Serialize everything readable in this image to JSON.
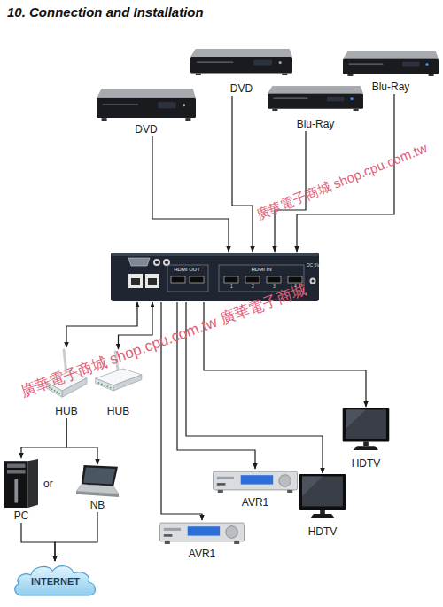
{
  "diagram": {
    "title": "10. Connection and Installation",
    "nodes": [
      {
        "text": [
          "DVD"
        ]
      },
      {
        "text": [
          "Blu-Ray"
        ]
      },
      {
        "text": [
          "DVD"
        ]
      },
      {
        "text": [
          "Blu-Ray"
        ]
      },
      {
        "text": [
          "HDMI OUT",
          "HDMI IN"
        ]
      },
      {
        "text": [
          "HUB"
        ]
      },
      {
        "text": [
          "HUB"
        ]
      },
      {
        "text": [
          "PC"
        ]
      },
      {
        "text": [
          "NB"
        ]
      },
      {
        "text": [
          "INTERNET"
        ]
      },
      {
        "text": [
          "HDTV"
        ]
      },
      {
        "text": [
          "AVR1"
        ]
      },
      {
        "text": [
          "HDTV"
        ]
      },
      {
        "text": [
          "AVR1"
        ]
      }
    ],
    "edges": [
      {
        "from": 2,
        "to": 4,
        "arrow": "to"
      },
      {
        "from": 0,
        "to": 4,
        "arrow": "to"
      },
      {
        "from": 3,
        "to": 4,
        "arrow": "to"
      },
      {
        "from": 1,
        "to": 4,
        "arrow": "to"
      },
      {
        "from": 4,
        "to": 5,
        "arrow": "both"
      },
      {
        "from": 4,
        "to": 6,
        "arrow": "both"
      },
      {
        "from": 5,
        "to": 7,
        "arrow": "to"
      },
      {
        "from": 5,
        "to": 8,
        "arrow": "to"
      },
      {
        "from": 7,
        "to": 9,
        "arrow": "to"
      },
      {
        "from": 8,
        "to": 9,
        "arrow": "to"
      },
      {
        "from": 4,
        "to": 13,
        "arrow": "to"
      },
      {
        "from": 4,
        "to": 11,
        "arrow": "to"
      },
      {
        "from": 4,
        "to": 12,
        "arrow": "to"
      },
      {
        "from": 4,
        "to": 10,
        "arrow": "to"
      }
    ],
    "labels": [
      "or",
      "廣華電子商城 shop.cpu.com.tw",
      "廣華電子商城 shop.cpu.com.tw 廣華電子商城",
      "1",
      "2",
      "3",
      "4",
      "DC 5V"
    ]
  }
}
